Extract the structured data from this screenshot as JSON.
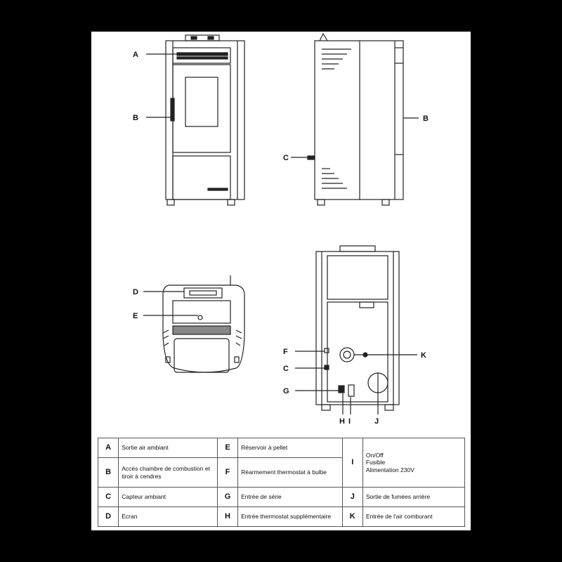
{
  "callouts": {
    "front": [
      "A",
      "B"
    ],
    "side": [
      "B",
      "C"
    ],
    "top": [
      "D",
      "E"
    ],
    "back": [
      "F",
      "C",
      "K",
      "G",
      "H",
      "I",
      "J"
    ]
  },
  "legend": [
    {
      "key": "A",
      "label": "Sortie air ambiant"
    },
    {
      "key": "B",
      "label": "Accès chambre de combustion et tiroir à cendres"
    },
    {
      "key": "C",
      "label": "Capteur ambiant"
    },
    {
      "key": "D",
      "label": "Ecran"
    },
    {
      "key": "E",
      "label": "Réservoir à pellet"
    },
    {
      "key": "F",
      "label": "Réarmement thermostat à bulbe"
    },
    {
      "key": "G",
      "label": "Entrée de série"
    },
    {
      "key": "H",
      "label": "Entrée thermostat supplémentaire"
    },
    {
      "key": "I",
      "lines": [
        "On/Off",
        "Fusible",
        "Alimentation 230V"
      ]
    },
    {
      "key": "J",
      "label": "Sortie de fumées arrière"
    },
    {
      "key": "K",
      "label": "Entrée de l'air comburant"
    }
  ]
}
